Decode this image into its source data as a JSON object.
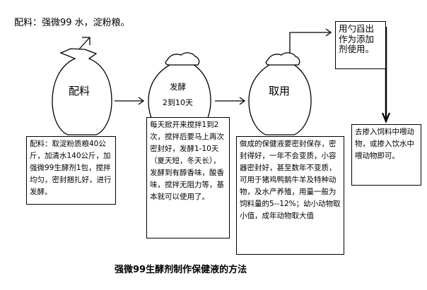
{
  "header": {
    "ingredients": "配料：强微99 水，淀粉粮。"
  },
  "jars": [
    {
      "label": "配料",
      "sublabel": ""
    },
    {
      "label": "发酵",
      "sublabel": "2到10天"
    },
    {
      "label": "取用",
      "sublabel": ""
    }
  ],
  "boxes": {
    "ingredients": "配料：取淀粉质粮40公斤，加清水140公斤，加强微99生酵剂1包，搅拌均匀，密封捆扎好，进行发酵。",
    "fermentation": "每天掀开来搅拌1到2次，搅拌后要马上再次密封好，发酵1-10天（夏天短，冬天长），发酵到有醇香味，酸香味，搅拌无阻力等，基本就可以使用了。",
    "usage": "做成的保健液要密封保存，密封得好，一年不会变质，小容器密封好，甚至数年不变质，可用于猪鸡鸭鹅牛羊及特种动物，及水产养殖，用量一般为饲料量的5--12%；幼小动物取小值，成年动物取大值",
    "additive": "用勺舀出作为添加剂使用。",
    "feeding": "去掺入饲料中喂动物，或掺入饮水中喂动物即可。"
  },
  "footer": {
    "title": "强微99生酵剂制作保健液的方法"
  },
  "colors": {
    "line": "#000000",
    "background": "#ffffff"
  }
}
